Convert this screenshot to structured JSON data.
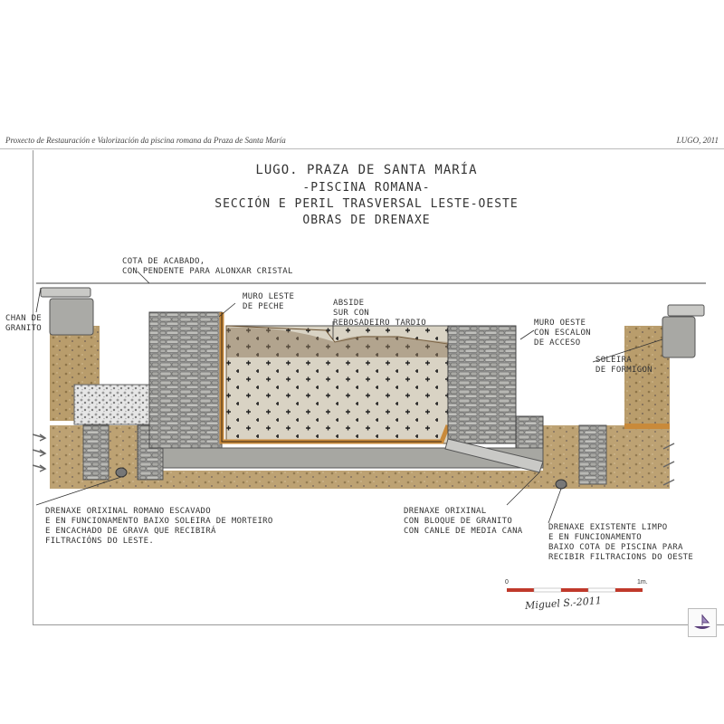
{
  "header": {
    "left": "Proxecto de Restauración e Valorización da piscina romana da Praza de Santa María",
    "right": "LUGO, 2011"
  },
  "title": {
    "line1": "LUGO. PRAZA DE SANTA MARÍA",
    "line2": "-PISCINA ROMANA-",
    "line3": "SECCIÓN E PERIL TRASVERSAL LESTE-OESTE",
    "line4": "OBRAS DE DRENAXE"
  },
  "labels": {
    "cota": [
      "COTA DE ACABADO,",
      "CON PENDENTE PARA ALONXAR CRISTAL"
    ],
    "chan": [
      "CHAN DE",
      "GRANITO"
    ],
    "muro_leste": [
      "MURO LESTE",
      "DE PECHE"
    ],
    "abside": [
      "ABSIDE",
      "SUR CON",
      "REBOSADEIRO TARDIO"
    ],
    "muro_oeste": [
      "MURO OESTE",
      "CON ESCALON",
      "DE ACCESO"
    ],
    "soleira": [
      "SOLEIRA",
      "DE FORMIGON"
    ],
    "drenaxe_romano": [
      "DRENAXE ORIXINAL ROMANO ESCAVADO",
      "E EN FUNCIONAMENTO BAIXO SOLEIRA DE MORTEIRO",
      "E ENCACHADO DE GRAVA QUE RECIBIRÁ",
      "FILTRACIÓNS DO LESTE."
    ],
    "drenaxe_orixinal": [
      "DRENAXE ORIXINAL",
      "CON BLOQUE DE GRANITO",
      "CON CANLE DE MEDIA CANA"
    ],
    "drenaxe_existente": [
      "DRENAXE EXISTENTE LIMPO",
      "E EN FUNCIONAMENTO",
      "BAIXO COTA DE PISCINA PARA",
      "RECIBIR FILTRACIONS DO OESTE"
    ]
  },
  "scale": {
    "start": "0",
    "end": "1m."
  },
  "signature": "Miguel S.-2011",
  "colors": {
    "stone": "#8e8e8e",
    "earth": "#b89a6a",
    "mortar": "#c98a3a",
    "wall_bg": "#e3ddd0",
    "scale_red": "#c0392b"
  }
}
